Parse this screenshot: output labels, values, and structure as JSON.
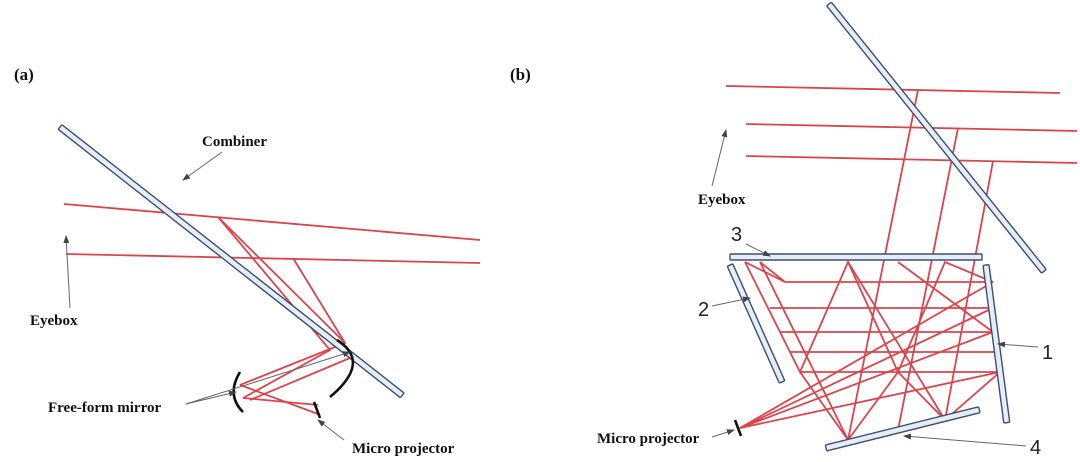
{
  "panels": {
    "a": {
      "label": "(a)",
      "labels": {
        "combiner": "Combiner",
        "eyebox": "Eyebox",
        "free_form_mirror": "Free-form mirror",
        "micro_projector": "Micro projector"
      }
    },
    "b": {
      "label": "(b)",
      "labels": {
        "eyebox": "Eyebox",
        "micro_projector": "Micro projector",
        "n1": "1",
        "n2": "2",
        "n3": "3",
        "n4": "4"
      }
    }
  },
  "colors": {
    "ray": "#d9454d",
    "plate_fill": "#e7edf5",
    "plate_stroke": "#3c4f72",
    "mirror": "#111111",
    "arrow": "#666666"
  }
}
